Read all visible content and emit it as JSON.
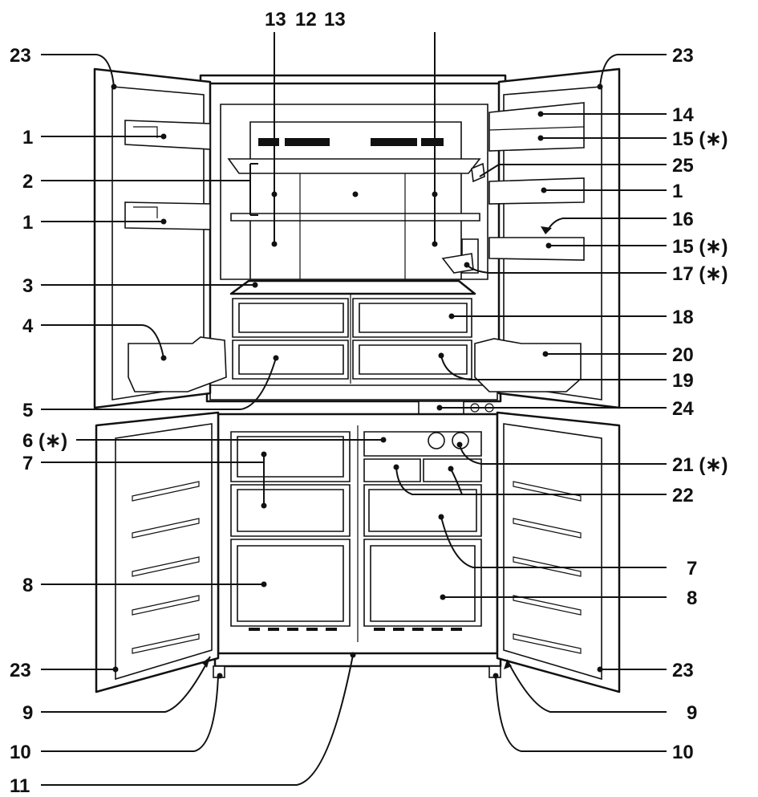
{
  "callouts": {
    "top_13a": "13",
    "top_12": "12",
    "top_13b": "13",
    "l_23_top": "23",
    "l_1_a": "1",
    "l_2": "2",
    "l_1_b": "1",
    "l_3": "3",
    "l_4": "4",
    "l_5": "5",
    "l_6": "6 (∗)",
    "l_7": "7",
    "l_8": "8",
    "l_23_bot": "23",
    "l_9": "9",
    "l_10": "10",
    "l_11": "11",
    "r_23_top": "23",
    "r_14": "14",
    "r_15_a": "15 (∗)",
    "r_25": "25",
    "r_1": "1",
    "r_16": "16",
    "r_15_b": "15 (∗)",
    "r_17": "17 (∗)",
    "r_18": "18",
    "r_20": "20",
    "r_19": "19",
    "r_24": "24",
    "r_21": "21 (∗)",
    "r_22": "22",
    "r_7": "7",
    "r_8": "8",
    "r_23_bot": "23",
    "r_9": "9",
    "r_10": "10"
  }
}
